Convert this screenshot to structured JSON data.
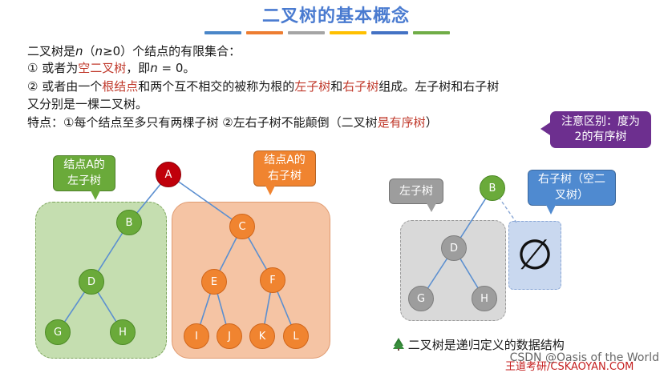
{
  "title": "二叉树的基本概念",
  "bar_colors": [
    "#4a86c8",
    "#ed7d31",
    "#a5a5a5",
    "#ffc000",
    "#4472c4",
    "#70ad47"
  ],
  "text": {
    "l1_a": "二叉树是",
    "l1_n": "n",
    "l1_p1": "（",
    "l1_n2": "n",
    "l1_rest": "≥0）个结点的有限集合：",
    "l2_a": "① 或者为",
    "l2_red": "空二叉树",
    "l2_b": "，即",
    "l2_n": "n",
    "l2_c": " = 0。",
    "l3_a": "② 或者由一个",
    "l3_red1": "根结点",
    "l3_b": "和两个互不相交的被称为根的",
    "l3_red2": "左子树",
    "l3_c": "和",
    "l3_red3": "右子树",
    "l3_d": "组成。左子树和右子树",
    "l4": "又分别是一棵二叉树。",
    "l5_a": "特点：①每个结点至多只有两棵子树 ②左右子树不能颠倒（二叉树",
    "l5_red": "是有序树",
    "l5_b": "）"
  },
  "callouts": {
    "note": "注意区别：度为2的有序树",
    "left_subtree": "结点A的左子树",
    "right_subtree": "结点A的右子树",
    "left_tree": "左子树",
    "right_tree": "右子树（空二叉树）"
  },
  "nodes": {
    "A": "A",
    "B": "B",
    "C": "C",
    "D": "D",
    "E": "E",
    "F": "F",
    "G": "G",
    "H": "H",
    "I": "I",
    "J": "J",
    "K": "K",
    "L": "L",
    "B2": "B",
    "D2": "D",
    "G2": "G",
    "H2": "H"
  },
  "empty_symbol": "∅",
  "footer": "二叉树是递归定义的数据结构",
  "watermark": "CSDN @Oasis of the World",
  "brand": "王道考研/CSKAOYAN.COM"
}
